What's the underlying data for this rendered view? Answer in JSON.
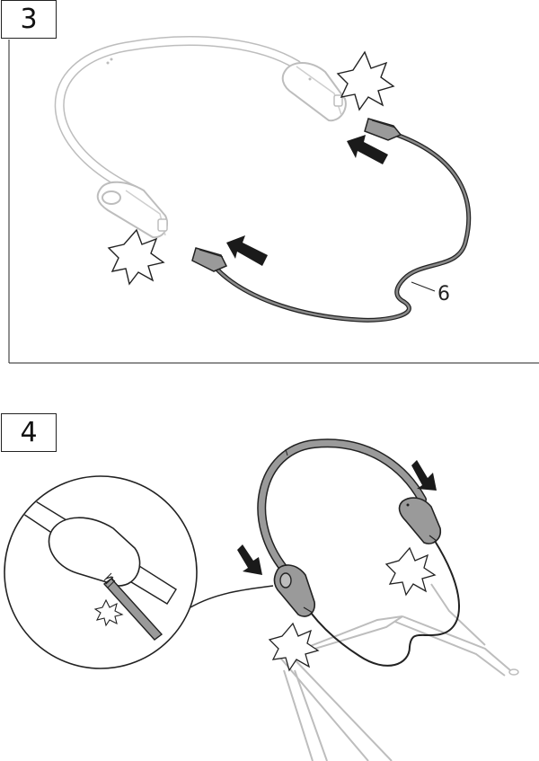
{
  "steps": [
    {
      "number": "3",
      "part_callout": "6"
    },
    {
      "number": "4"
    }
  ],
  "colors": {
    "line": "#222222",
    "light_part": "#bdbdbd",
    "cable": "#7a7a7a",
    "dark_part": "#9a9a9a",
    "arrow": "#1a1a1a"
  }
}
